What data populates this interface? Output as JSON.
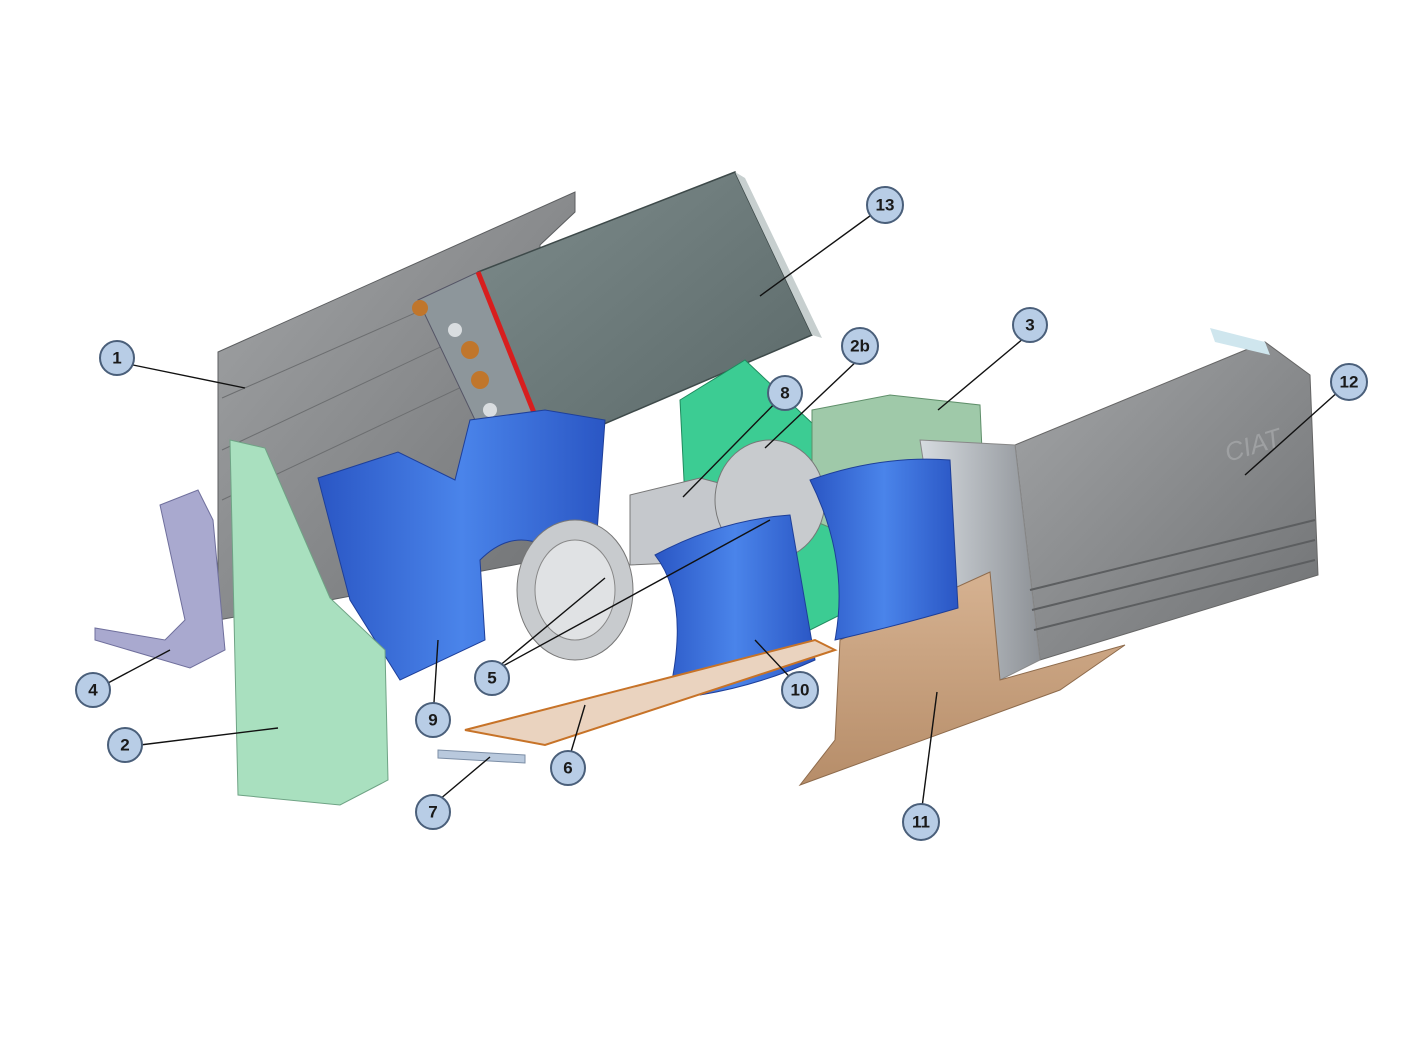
{
  "brand": {
    "logo_text": "CIAT"
  },
  "callouts": [
    {
      "id": "1",
      "label": "1"
    },
    {
      "id": "2",
      "label": "2"
    },
    {
      "id": "2b",
      "label": "2b"
    },
    {
      "id": "3",
      "label": "3"
    },
    {
      "id": "4",
      "label": "4"
    },
    {
      "id": "5",
      "label": "5"
    },
    {
      "id": "6",
      "label": "6"
    },
    {
      "id": "7",
      "label": "7"
    },
    {
      "id": "8",
      "label": "8"
    },
    {
      "id": "9",
      "label": "9"
    },
    {
      "id": "10",
      "label": "10"
    },
    {
      "id": "11",
      "label": "11"
    },
    {
      "id": "12",
      "label": "12"
    },
    {
      "id": "13",
      "label": "13"
    }
  ],
  "colors": {
    "panel_gray": "#8e9092",
    "coil_gray": "#6f7f80",
    "volute_blue": "#3d6fd8",
    "mint_green": "#a9e0bf",
    "bright_green": "#3ccc93",
    "sage_green": "#9fc9a9",
    "drain_pan": "#c8a27e",
    "lavender": "#a9a9cf",
    "callout_fill": "#b8cde6"
  }
}
